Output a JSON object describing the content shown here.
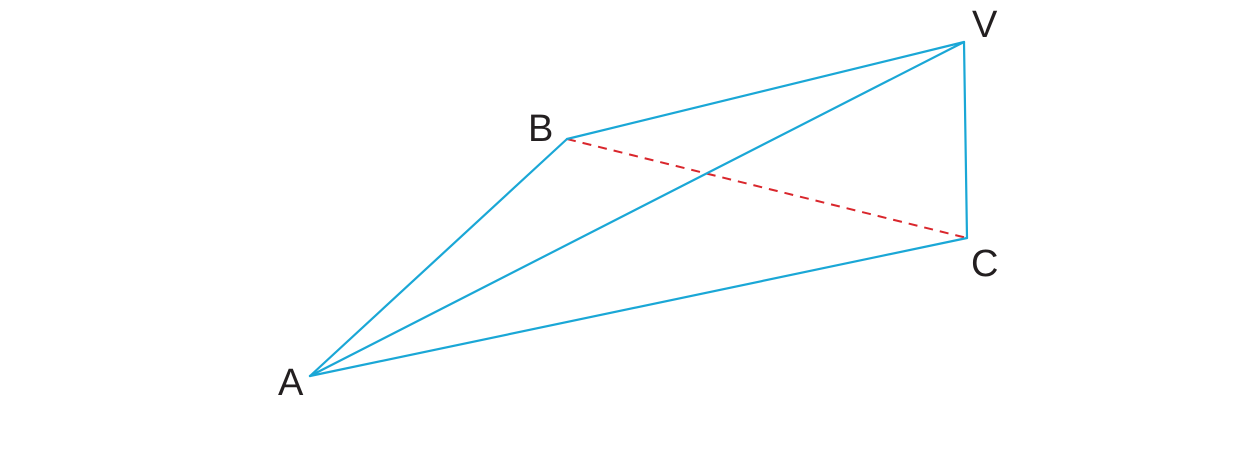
{
  "diagram": {
    "vertices": {
      "A": "A",
      "B": "B",
      "C": "C",
      "V": "V"
    },
    "colors": {
      "solid_edge": "#1aa7d6",
      "hidden_edge": "#d9262c",
      "label": "#231f20"
    }
  }
}
